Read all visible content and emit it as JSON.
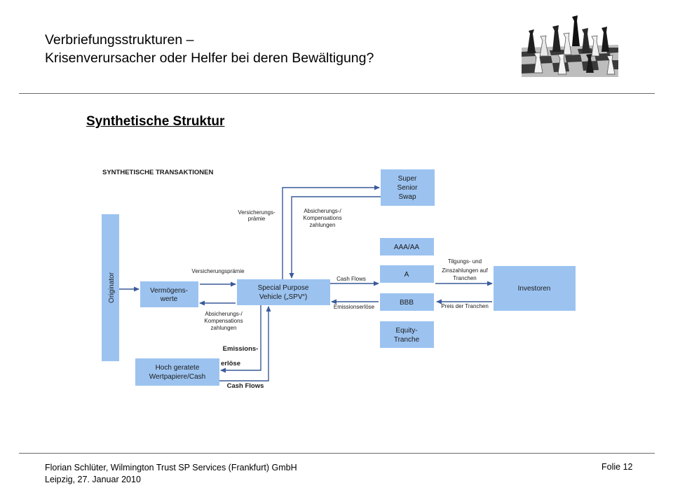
{
  "slide": {
    "title_line1": "Verbriefungsstrukturen –",
    "title_line2": "Krisenverursacher oder Helfer bei deren Bewältigung?",
    "subtitle": "Synthetische Struktur",
    "footer_line1": "Florian Schlüter, Wilmington Trust SP Services (Frankfurt) GmbH",
    "footer_line2": "Leipzig, 27. Januar 2010",
    "slide_number": "Folie 12"
  },
  "diagram": {
    "heading": "SYNTHETISCHE TRANSAKTIONEN",
    "box_color": "#9cc3f0",
    "arrow_color": "#3a5a9a",
    "nodes": {
      "originator": "Originator",
      "assets_l1": "Vermögens-",
      "assets_l2": "werte",
      "spv_l1": "Special Purpose",
      "spv_l2": "Vehicle („SPV“)",
      "super_l1": "Super",
      "super_l2": "Senior",
      "super_l3": "Swap",
      "aaa": "AAA/AA",
      "a": "A",
      "bbb": "BBB",
      "equity_l1": "Equity-",
      "equity_l2": "Tranche",
      "investors": "Investoren",
      "collateral_l1": "Hoch geratete",
      "collateral_l2": "Wertpapiere/Cash"
    },
    "labels": {
      "vp_top_l1": "Versicherungs-",
      "vp_top_l2": "prämie",
      "abs_top_l1": "Absicherungs-/",
      "abs_top_l2": "Kompensations",
      "abs_top_l3": "zahlungen",
      "vp_mid": "Versicherungsprämie",
      "abs_mid_l1": "Absicherungs-/",
      "abs_mid_l2": "Kompensations",
      "abs_mid_l3": "zahlungen",
      "cash_flows": "Cash Flows",
      "emissionserloese": "Emissionserlöse",
      "tilgung_l1": "Tilgungs- und",
      "tilgung_l2": "Zinszahlungen auf",
      "tilgung_l3": "Tranchen",
      "preis": "Preis der Tranchen",
      "emissions_l1": "Emissions-",
      "emissions_l2": "erlöse",
      "cash_flows_bottom": "Cash Flows"
    }
  }
}
